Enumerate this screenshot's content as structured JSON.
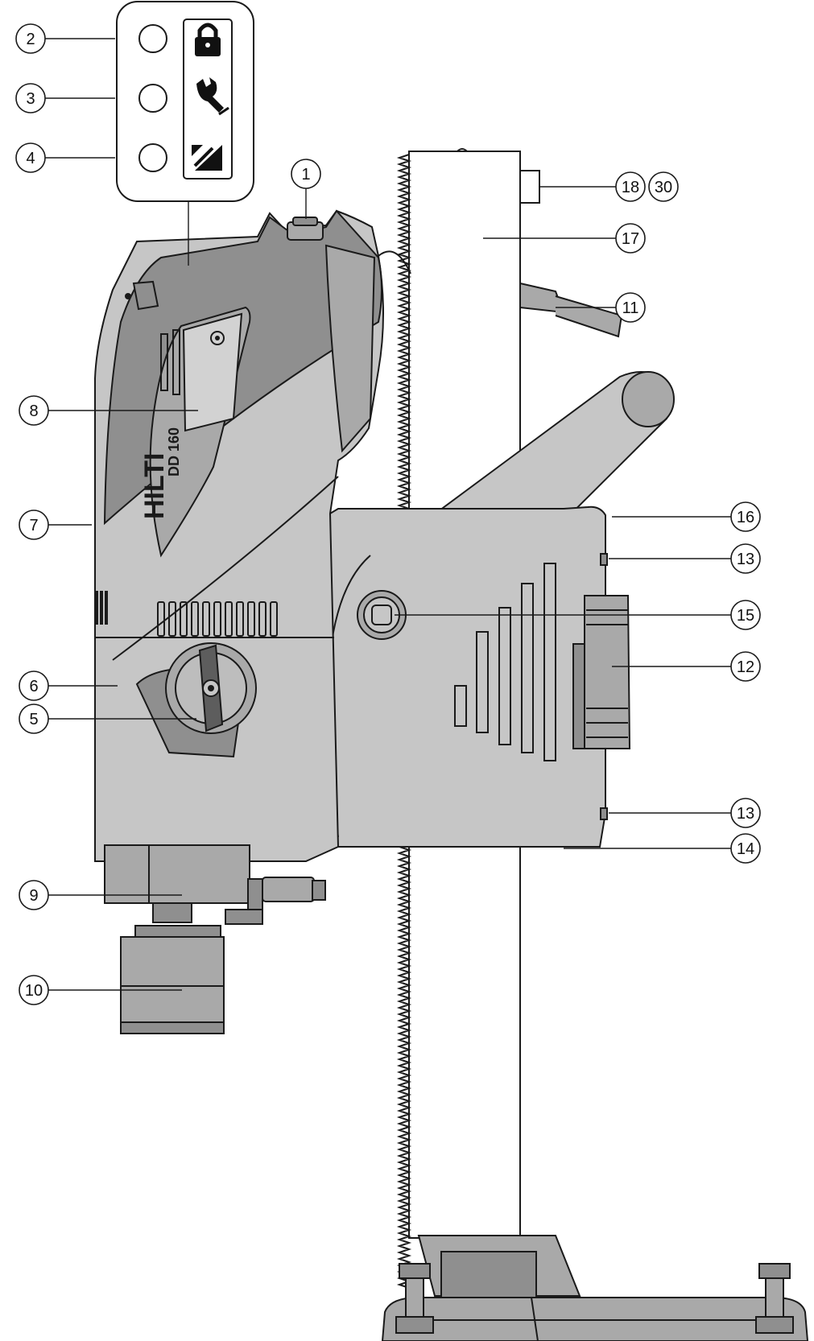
{
  "logo_text": "HILTI",
  "model_text": "DD 160",
  "callouts": [
    {
      "id": "c1",
      "label": "1"
    },
    {
      "id": "c2",
      "label": "2"
    },
    {
      "id": "c3",
      "label": "3"
    },
    {
      "id": "c4",
      "label": "4"
    },
    {
      "id": "c5",
      "label": "5"
    },
    {
      "id": "c6",
      "label": "6"
    },
    {
      "id": "c7",
      "label": "7"
    },
    {
      "id": "c8",
      "label": "8"
    },
    {
      "id": "c9",
      "label": "9"
    },
    {
      "id": "c10",
      "label": "10"
    },
    {
      "id": "c11",
      "label": "11"
    },
    {
      "id": "c12",
      "label": "12"
    },
    {
      "id": "c13a",
      "label": "13"
    },
    {
      "id": "c13b",
      "label": "13"
    },
    {
      "id": "c14",
      "label": "14"
    },
    {
      "id": "c15",
      "label": "15"
    },
    {
      "id": "c16",
      "label": "16"
    },
    {
      "id": "c17",
      "label": "17"
    },
    {
      "id": "c18",
      "label": "18"
    },
    {
      "id": "c30",
      "label": "30"
    }
  ],
  "indicator_icons": [
    "lock-icon",
    "wrench-icon",
    "diagonal-arrow-icon"
  ],
  "colors": {
    "body_light": "#c6c6c6",
    "body_mid": "#a9a9a9",
    "body_dark": "#8f8f8f",
    "outline": "#1a1a1a"
  }
}
